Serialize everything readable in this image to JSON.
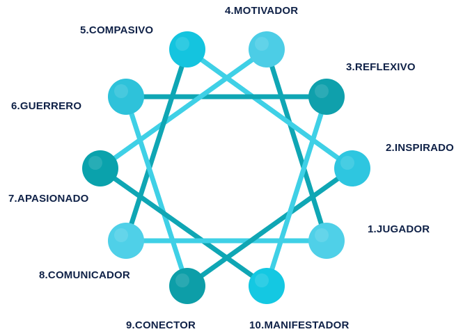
{
  "diagram": {
    "nodes": [
      {
        "id": 1,
        "label": "1.JUGADOR",
        "color": "#4fd0e8"
      },
      {
        "id": 2,
        "label": "2.INSPIRADO",
        "color": "#2ec6e0"
      },
      {
        "id": 3,
        "label": "3.REFLEXIVO",
        "color": "#0fa0ac"
      },
      {
        "id": 4,
        "label": "4.MOTIVADOR",
        "color": "#4ccde6"
      },
      {
        "id": 5,
        "label": "5.COMPASIVO",
        "color": "#14c4df"
      },
      {
        "id": 6,
        "label": "6.GUERRERO",
        "color": "#2ec2da"
      },
      {
        "id": 7,
        "label": "7.APASIONADO",
        "color": "#0aa2ac"
      },
      {
        "id": 8,
        "label": "8.COMUNICADOR",
        "color": "#4fd0e8"
      },
      {
        "id": 9,
        "label": "9.CONECTOR",
        "color": "#0d9ea8"
      },
      {
        "id": 10,
        "label": "10.MANIFESTADOR",
        "color": "#14c8e2"
      }
    ],
    "links": [
      {
        "from": 1,
        "to": 4
      },
      {
        "from": 2,
        "to": 5
      },
      {
        "from": 3,
        "to": 6
      },
      {
        "from": 4,
        "to": 7
      },
      {
        "from": 5,
        "to": 8
      },
      {
        "from": 6,
        "to": 9
      },
      {
        "from": 7,
        "to": 10
      },
      {
        "from": 8,
        "to": 1
      },
      {
        "from": 9,
        "to": 2
      },
      {
        "from": 10,
        "to": 3
      }
    ],
    "colors": {
      "label": "#0f2147",
      "link_dark": "#0fa6b4",
      "link_light": "#3fd0e6"
    }
  }
}
